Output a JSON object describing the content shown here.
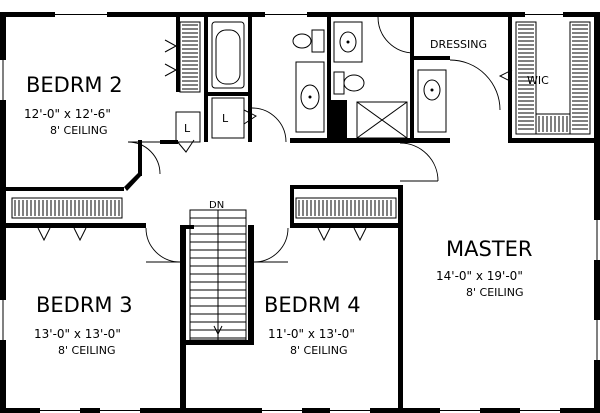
{
  "rooms": {
    "bedroom2": {
      "name": "BEDRM 2",
      "dims": "12'-0\" x 12'-6\"",
      "ceiling": "8' CEILING"
    },
    "bedroom3": {
      "name": "BEDRM 3",
      "dims": "13'-0\" x 13'-0\"",
      "ceiling": "8' CEILING"
    },
    "bedroom4": {
      "name": "BEDRM 4",
      "dims": "11'-0\" x 13'-0\"",
      "ceiling": "8' CEILING"
    },
    "master": {
      "name": "MASTER",
      "dims": "14'-0\" x 19'-0\"",
      "ceiling": "8' CEILING"
    }
  },
  "labels": {
    "dressing": "DRESSING",
    "wic": "WIC",
    "stairs_down": "DN",
    "linen_a": "L",
    "linen_b": "L"
  }
}
